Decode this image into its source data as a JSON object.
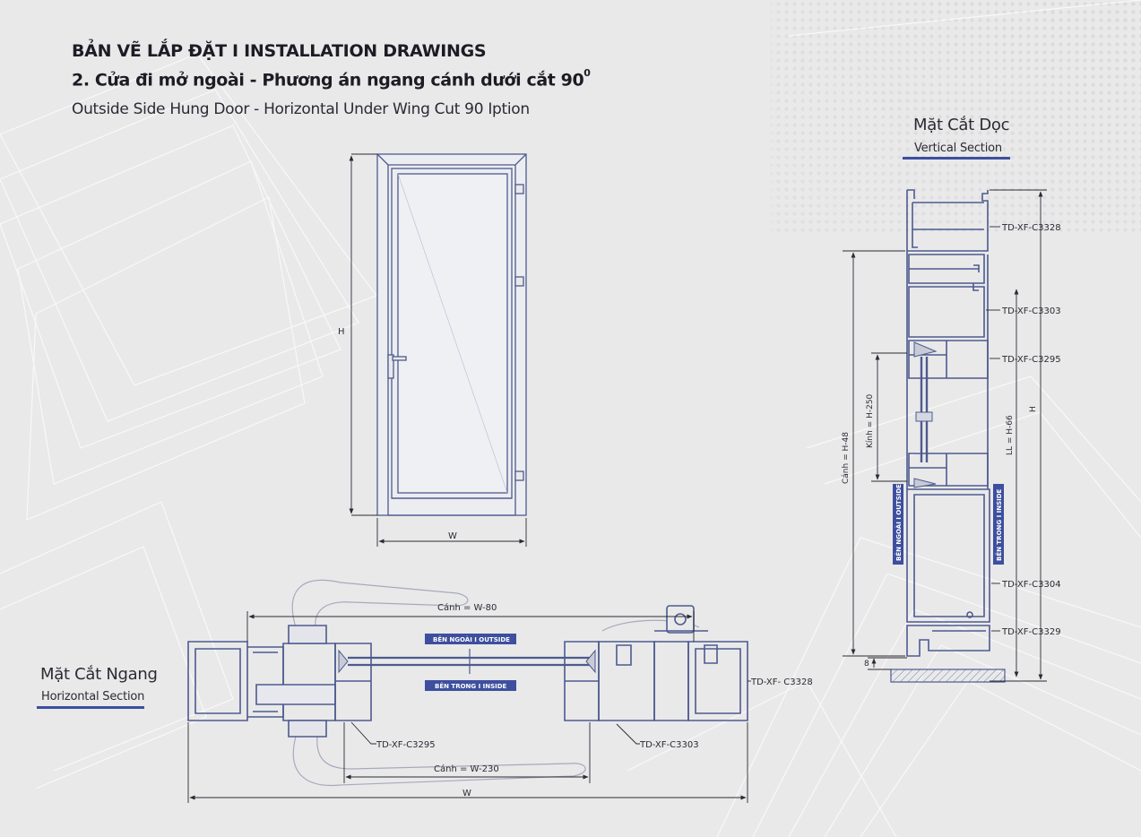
{
  "header": {
    "title_line1": "BẢN VẼ LẮP ĐẶT  I  INSTALLATION DRAWINGS",
    "title_line2_text": "2. Cửa đi mở ngoài - Phương án ngang cánh dưới cắt 90",
    "title_line2_sup": "0",
    "title_line3": "Outside Side Hung Door - Horizontal Under Wing Cut 90 Iption"
  },
  "elevation": {
    "height_label": "H",
    "width_label": "W"
  },
  "vertical_section": {
    "title": "Mặt Cắt Dọc",
    "subtitle": "Vertical Section",
    "profiles": [
      "TD-XF-C3328",
      "TD-XF-C3303",
      "TD-XF-C3295",
      "TD-XF-C3304",
      "TD-XF-C3329"
    ],
    "dim_sash": "Cánh = H-48",
    "dim_glass": "Kính = H-250",
    "dim_ll": "LL = H-66",
    "dim_total": "H",
    "dim_gap": "8",
    "badge_outside": "BÊN NGOÀI  I  OUTSIDE",
    "badge_inside": "BÊN TRONG  I  INSIDE"
  },
  "horizontal_section": {
    "title": "Mặt Cắt Ngang",
    "subtitle": "Horizontal Section",
    "dim_sash_top": "Cánh = W-80",
    "dim_sash_bottom": "Cánh = W-230",
    "dim_total": "W",
    "badge_outside": "BÊN NGOÀI  I  OUTSIDE",
    "badge_inside": "BÊN TRONG  I  INSIDE",
    "profile_right": "TD-XF- C3328",
    "profile_left_bottom": "TD-XF-C3295",
    "profile_mid_bottom": "TD-XF-C3303"
  },
  "colors": {
    "line": "#4d5a8e",
    "accent": "#3d4f9e",
    "dim": "#2a2a33"
  }
}
